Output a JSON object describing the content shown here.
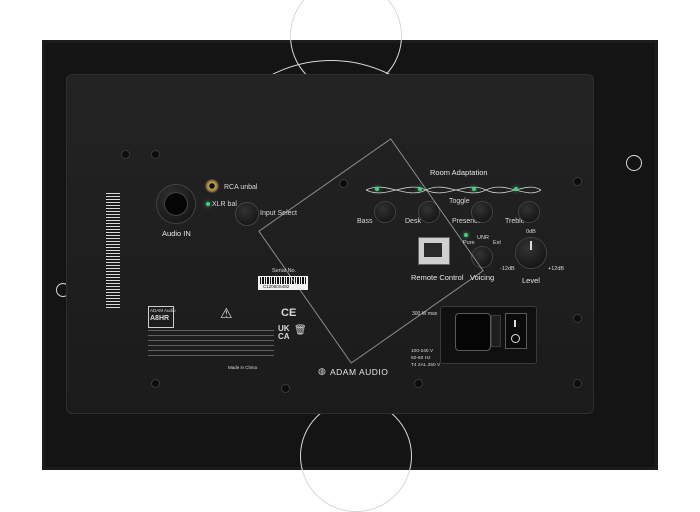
{
  "panel": {
    "audio_in": "Audio IN",
    "rca_label": "RCA unbal",
    "xlr_label": "XLR bal",
    "input_select": "Input Select",
    "room_adaptation": "Room Adaptation",
    "bass": "Bass",
    "desk": "Desk",
    "toggle": "Toggle",
    "presence": "Presence",
    "treble": "Treble",
    "remote_control": "Remote Control",
    "voicing": "Voicing",
    "voicing_modes": [
      "Pure",
      "UNR",
      "Ext"
    ],
    "level": "Level",
    "level_0db": "0dB",
    "level_min": "-12dB",
    "level_max": "+12dB",
    "serial_label": "Serial No.",
    "serial_value": "C12050S482",
    "model_brand": "ADAM Audio",
    "model": "A8HR",
    "brand_logo": "ADAM AUDIO",
    "made_in": "Made in China",
    "power_watts": "300 W max",
    "power_voltage_1": "100-240 V",
    "power_voltage_2": "50-60 Hz",
    "power_fuse": "T4 2AL 250 V"
  },
  "icons": [
    "warning-icon",
    "ce-mark-icon",
    "ukca-mark-icon",
    "recycle-bin-icon",
    "adam-logo-icon"
  ]
}
